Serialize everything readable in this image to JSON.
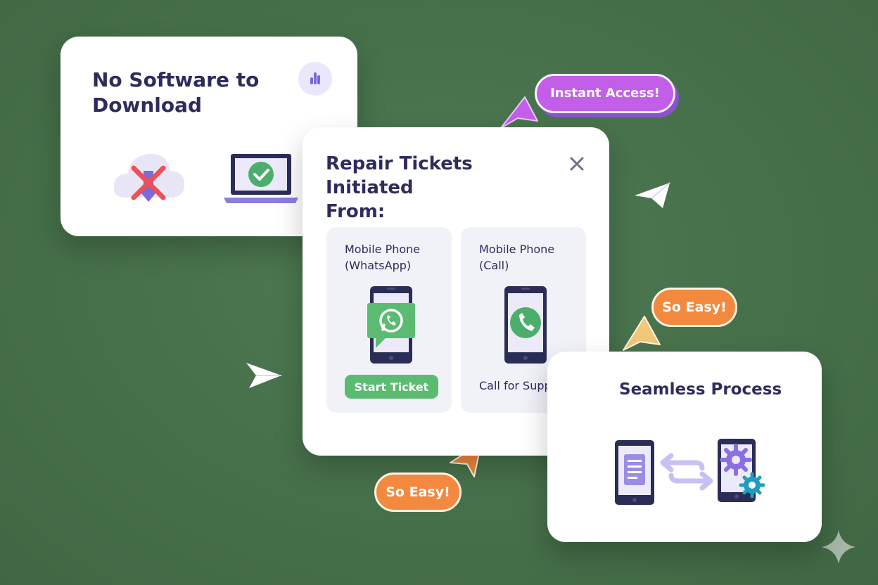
{
  "card_no_software": {
    "title_line1": "No Software to",
    "title_line2": "Download",
    "icons": [
      "bar-chart-icon",
      "cloud-download-blocked-icon",
      "laptop-check-icon"
    ]
  },
  "card_repair": {
    "title_line1": "Repair Tickets Initiated",
    "title_line2": "From:",
    "close_icon": "close-icon",
    "whatsapp_panel": {
      "label_line1": "Mobile Phone",
      "label_line2": "(WhatsApp)",
      "button_label": "Start Ticket",
      "icon": "whatsapp-phone-icon"
    },
    "call_panel": {
      "label_line1": "Mobile Phone",
      "label_line2": "(Call)",
      "link_label": "Call for Support",
      "icon": "call-phone-icon"
    }
  },
  "card_seamless": {
    "title": "Seamless Process",
    "icons": [
      "phone-document-icon",
      "swap-arrows-icon",
      "phone-settings-icon"
    ]
  },
  "badges": {
    "instant_access": "Instant Access!",
    "so_easy_top": "So Easy!",
    "so_easy_bottom": "So Easy!"
  },
  "colors": {
    "background": "#4a744d",
    "card": "#ffffff",
    "title_text": "#2c2c5e",
    "whatsapp_green": "#5cbb72",
    "purple_badge": "#c35ee8",
    "orange_badge": "#f2893e"
  }
}
